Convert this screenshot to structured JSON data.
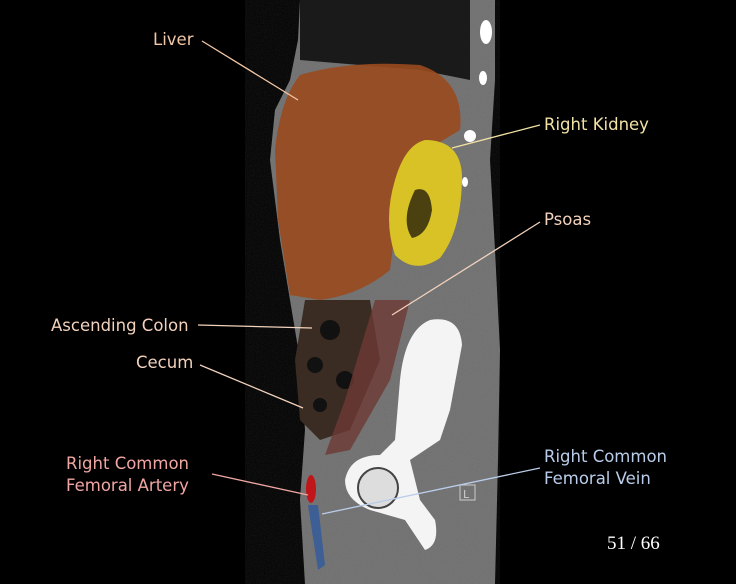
{
  "labels": {
    "liver": {
      "text": "Liver",
      "color": "#f2c7a6"
    },
    "right_kidney": {
      "text": "Right Kidney",
      "color": "#f3e2a6"
    },
    "psoas": {
      "text": "Psoas",
      "color": "#f2d2bc"
    },
    "ascending_colon": {
      "text": "Ascending Colon",
      "color": "#f2d2bc"
    },
    "cecum": {
      "text": "Cecum",
      "color": "#f2d2bc"
    },
    "artery": {
      "line1": "Right Common",
      "line2": "Femoral Artery",
      "color": "#f0a6a2"
    },
    "vein": {
      "line1": "Right Common",
      "line2": "Femoral Vein",
      "color": "#b9cdea"
    }
  },
  "orientation_marker": "L",
  "slice_counter": "51 / 66",
  "colors": {
    "liver": "#9a4a1e",
    "kidney": "#d8c226",
    "artery": "#c0161a",
    "vein": "#3d5f95",
    "psoas": "#6e3a36"
  }
}
